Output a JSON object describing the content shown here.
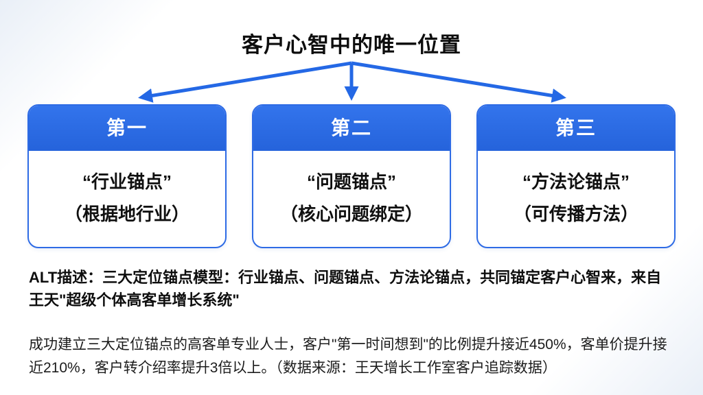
{
  "colors": {
    "accent": "#2E6BE5",
    "header_top": "#3374EC",
    "header_bottom": "#2563DB",
    "header_text": "#FFFFFF",
    "text": "#0E0E0E",
    "background": "#FFFFFF"
  },
  "title": "客户心智中的唯一位置",
  "cards": [
    {
      "number": "第一",
      "line1": "“行业锚点”",
      "line2": "（根据地行业）"
    },
    {
      "number": "第二",
      "line1": "“问题锚点”",
      "line2": "（核心问题绑定）"
    },
    {
      "number": "第三",
      "line1": "“方法论锚点”",
      "line2": "（可传播方法）"
    }
  ],
  "alt_description": {
    "text": "ALT描述：三大定位锚点模型：行业锚点、问题锚点、方法论锚点，共同锚定客户心智来，来自王天\"超级个体高客单增长系统\""
  },
  "stats": {
    "text": "成功建立三大定位锚点的高客单专业人士，客户\"第一时间想到\"的比例提升接近450%，客单价提升接近210%，客户转介绍率提升3倍以上。（数据来源：王天增长工作室客户追踪数据）"
  }
}
